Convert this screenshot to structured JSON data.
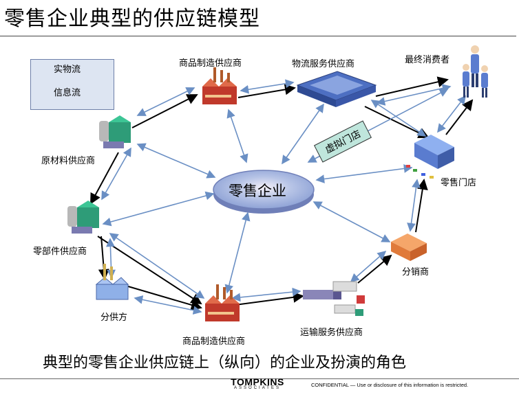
{
  "title": "零售企业典型的供应链模型",
  "legend": {
    "material_flow": "实物流",
    "info_flow": "信息流"
  },
  "nodes": {
    "manufacturer_top": "商品制造供应商",
    "logistics": "物流服务供应商",
    "consumer": "最终消费者",
    "raw_material": "原材料供应商",
    "virtual_store": "虚拟门店",
    "retail_store": "零售门店",
    "center": "零售企业",
    "parts": "零部件供应商",
    "distributor": "分销商",
    "subcontractor": "分供方",
    "manufacturer_bottom": "商品制造供应商",
    "transport": "运输服务供应商"
  },
  "caption": "典型的零售企业供应链上（纵向）的企业及扮演的角色",
  "footer": {
    "logo": "TOMPKINS",
    "logo_sub": "ASSOCIATES",
    "confidential": "CONFIDENTIAL — Use or disclosure of this information is restricted."
  },
  "colors": {
    "info_arrow": "#6a8fc4",
    "material_arrow": "#000000",
    "factory": "#c0392b",
    "warehouse": "#2e9c78"
  }
}
